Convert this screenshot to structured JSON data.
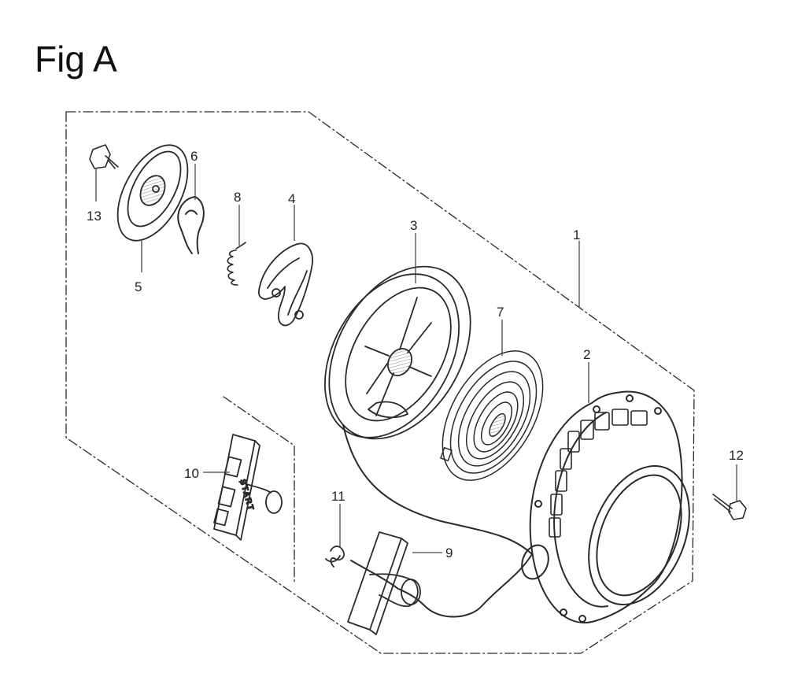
{
  "figure": {
    "title": "Fig A"
  },
  "callouts": {
    "c1": "1",
    "c2": "2",
    "c3": "3",
    "c4": "4",
    "c5": "5",
    "c6": "6",
    "c7": "7",
    "c8": "8",
    "c9": "9",
    "c10": "10",
    "c11": "11",
    "c12": "12",
    "c13": "13"
  },
  "handle_marking": "START"
}
